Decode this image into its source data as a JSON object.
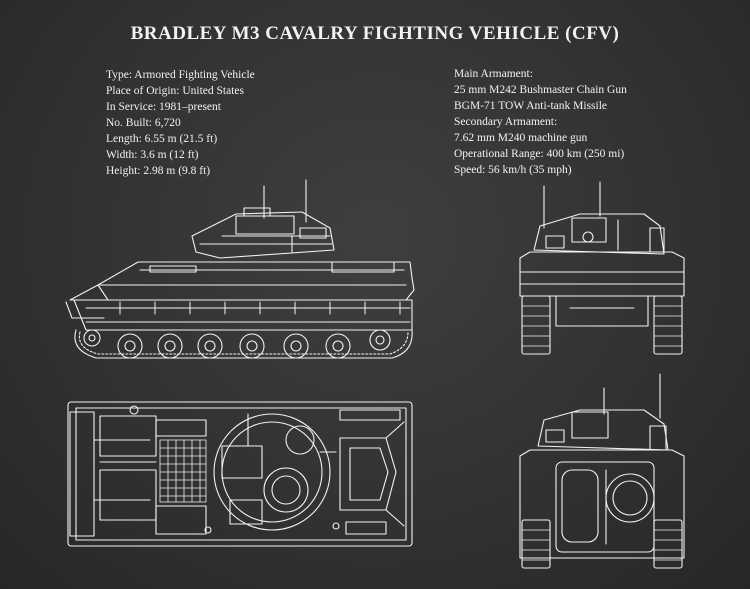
{
  "title": "BRADLEY M3 CAVALRY FIGHTING VEHICLE (CFV)",
  "specs_left": [
    "Type: Armored Fighting Vehicle",
    "Place of Origin: United States",
    "In Service: 1981–present",
    "No. Built: 6,720",
    "Length:  6.55 m (21.5 ft)",
    "Width: 3.6 m (12 ft)",
    "Height: 2.98 m (9.8 ft)"
  ],
  "specs_right": [
    "Main Armament:",
    "25 mm M242 Bushmaster Chain Gun",
    "BGM-71 TOW Anti-tank Missile",
    "Secondary Armament:",
    "7.62 mm M240 machine gun",
    "Operational Range: 400 km (250 mi)",
    "Speed: 56 km/h (35 mph)"
  ],
  "colors": {
    "background": "#2f3132",
    "linework": "#f2f2f2"
  }
}
